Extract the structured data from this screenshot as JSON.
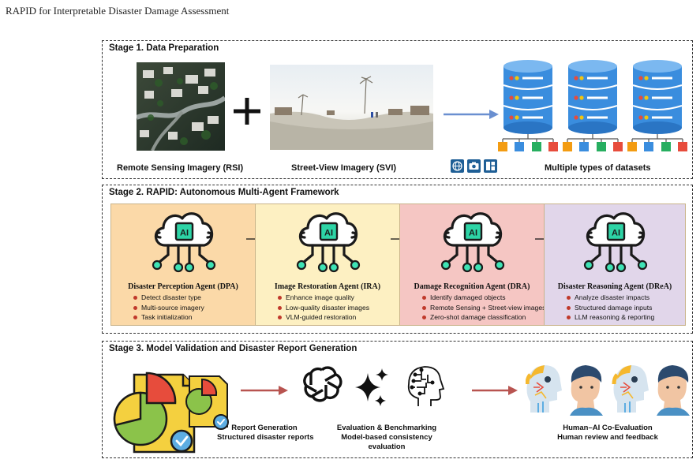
{
  "header": {
    "title": "RAPID for Interpretable Disaster Damage Assessment"
  },
  "stage1": {
    "title": "Stage 1. Data Preparation",
    "rsi_caption": "Remote Sensing Imagery (RSI)",
    "svi_caption": "Street-View Imagery (SVI)",
    "datasets_caption": "Multiple types of datasets",
    "source_icons": [
      "globe-icon",
      "camera-icon",
      "document-icon"
    ],
    "colors": {
      "database": "#3a8dde",
      "arrow": "#6a8fd0"
    }
  },
  "stage2": {
    "title": "Stage 2. RAPID: Autonomous Multi-Agent Framework",
    "agents": [
      {
        "name": "Disaster Perception Agent (DPA)",
        "bg": "#fbd9a8",
        "items": [
          "Detect disaster type",
          "Multi-source imagery",
          "Task initialization"
        ]
      },
      {
        "name": "Image Restoration Agent (IRA)",
        "bg": "#fdf0c2",
        "items": [
          "Enhance image quality",
          "Low-quality disaster images",
          "VLM-guided restoration"
        ]
      },
      {
        "name": "Damage Recognition Agent (DRA)",
        "bg": "#f5c6c3",
        "items": [
          "Identify damaged objects",
          "Remote Sensing + Street-view images",
          "Zero-shot damage classification"
        ]
      },
      {
        "name": "Disaster Reasoning Agent (DReA)",
        "bg": "#e1d6ea",
        "items": [
          "Analyze disaster impacts",
          "Structured damage inputs",
          "LLM reasoning & reporting"
        ]
      }
    ],
    "colors": {
      "ai_chip": "#2dd4a6",
      "node": "#3ee3b5",
      "icon_stroke": "#1a1a1a"
    }
  },
  "stage3": {
    "title": "Stage 3.  Model Validation and Disaster Report Generation",
    "report": {
      "line1": "Report Generation",
      "line2": "Structured disaster reports"
    },
    "evaluation": {
      "line1": "Evaluation & Benchmarking",
      "line2": "Model-based consistency",
      "line3": "evaluation"
    },
    "human": {
      "line1": "Human–AI Co-Evaluation",
      "line2": "Human review and feedback"
    },
    "colors": {
      "arrow": "#b85450"
    }
  }
}
